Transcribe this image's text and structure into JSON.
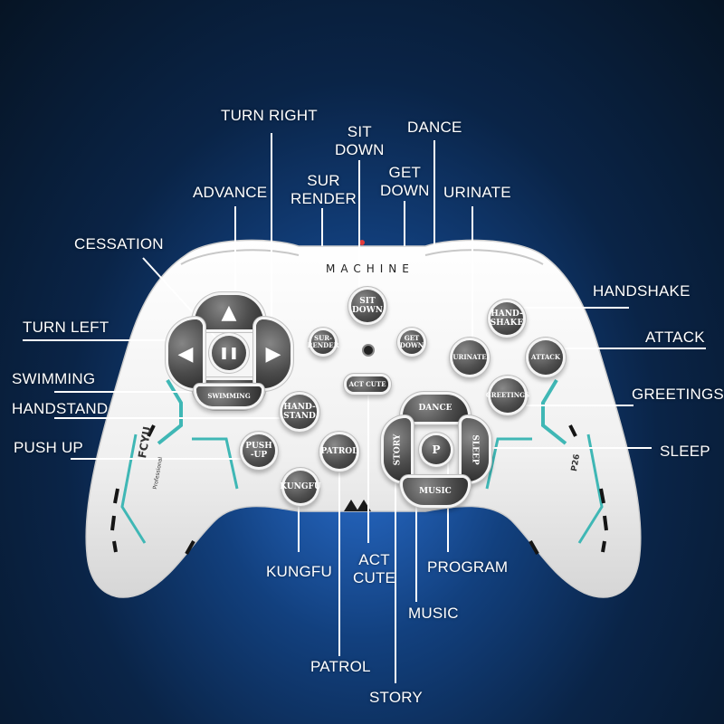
{
  "controller": {
    "brand": "MACHINE",
    "left_grip_print": "FCYU",
    "left_grip_small_print": "Professional",
    "right_grip_print": "P26"
  },
  "callouts": {
    "turn_right": "TURN RIGHT",
    "sit_down": "SIT\nDOWN",
    "dance": "DANCE",
    "surrender": "SUR\nRENDER",
    "get_down": "GET\nDOWN",
    "advance": "ADVANCE",
    "urinate": "URINATE",
    "cessation": "CESSATION",
    "handshake": "HANDSHAKE",
    "turn_left": "TURN LEFT",
    "attack": "ATTACK",
    "swimming": "SWIMMING",
    "greetings": "GREETINGS",
    "handstand": "HANDSTAND",
    "push_up": "PUSH UP",
    "sleep": "SLEEP",
    "kungfu": "KUNGFU",
    "act_cute": "ACT\nCUTE",
    "program": "PROGRAM",
    "music": "MUSIC",
    "patrol": "PATROL",
    "story": "STORY"
  },
  "buttons": {
    "sit_down": "SIT\nDOWN",
    "surrender": "SUR-\nRENDER",
    "get_down": "GET\nDOWN",
    "act_cute": "ACT  CUTE",
    "handshake": "HAND-\nSHAKE",
    "urinate": "URINATE",
    "attack": "ATTACK",
    "greetings": "GREETINGS",
    "swimming": "SWIMMING",
    "handstand": "HAND-\nSTAND",
    "push_up": "PUSH\n-UP",
    "patrol": "PATROL",
    "kungfu": "KUNGFU",
    "dance": "DANCE",
    "story": "STORY",
    "program": "P",
    "sleep": "SLEEP",
    "music": "MUSIC"
  },
  "dpad": {
    "up_glyph": "▲",
    "down_glyph": "",
    "left_glyph": "◀",
    "right_glyph": "▶",
    "center_glyph": "❚❚"
  },
  "colors": {
    "body": "#f3f3f3",
    "button": "#4f4f4f",
    "accent_teal": "#3fb7b5",
    "callout_text": "#ffffff",
    "leader_line": "#ffffff"
  }
}
